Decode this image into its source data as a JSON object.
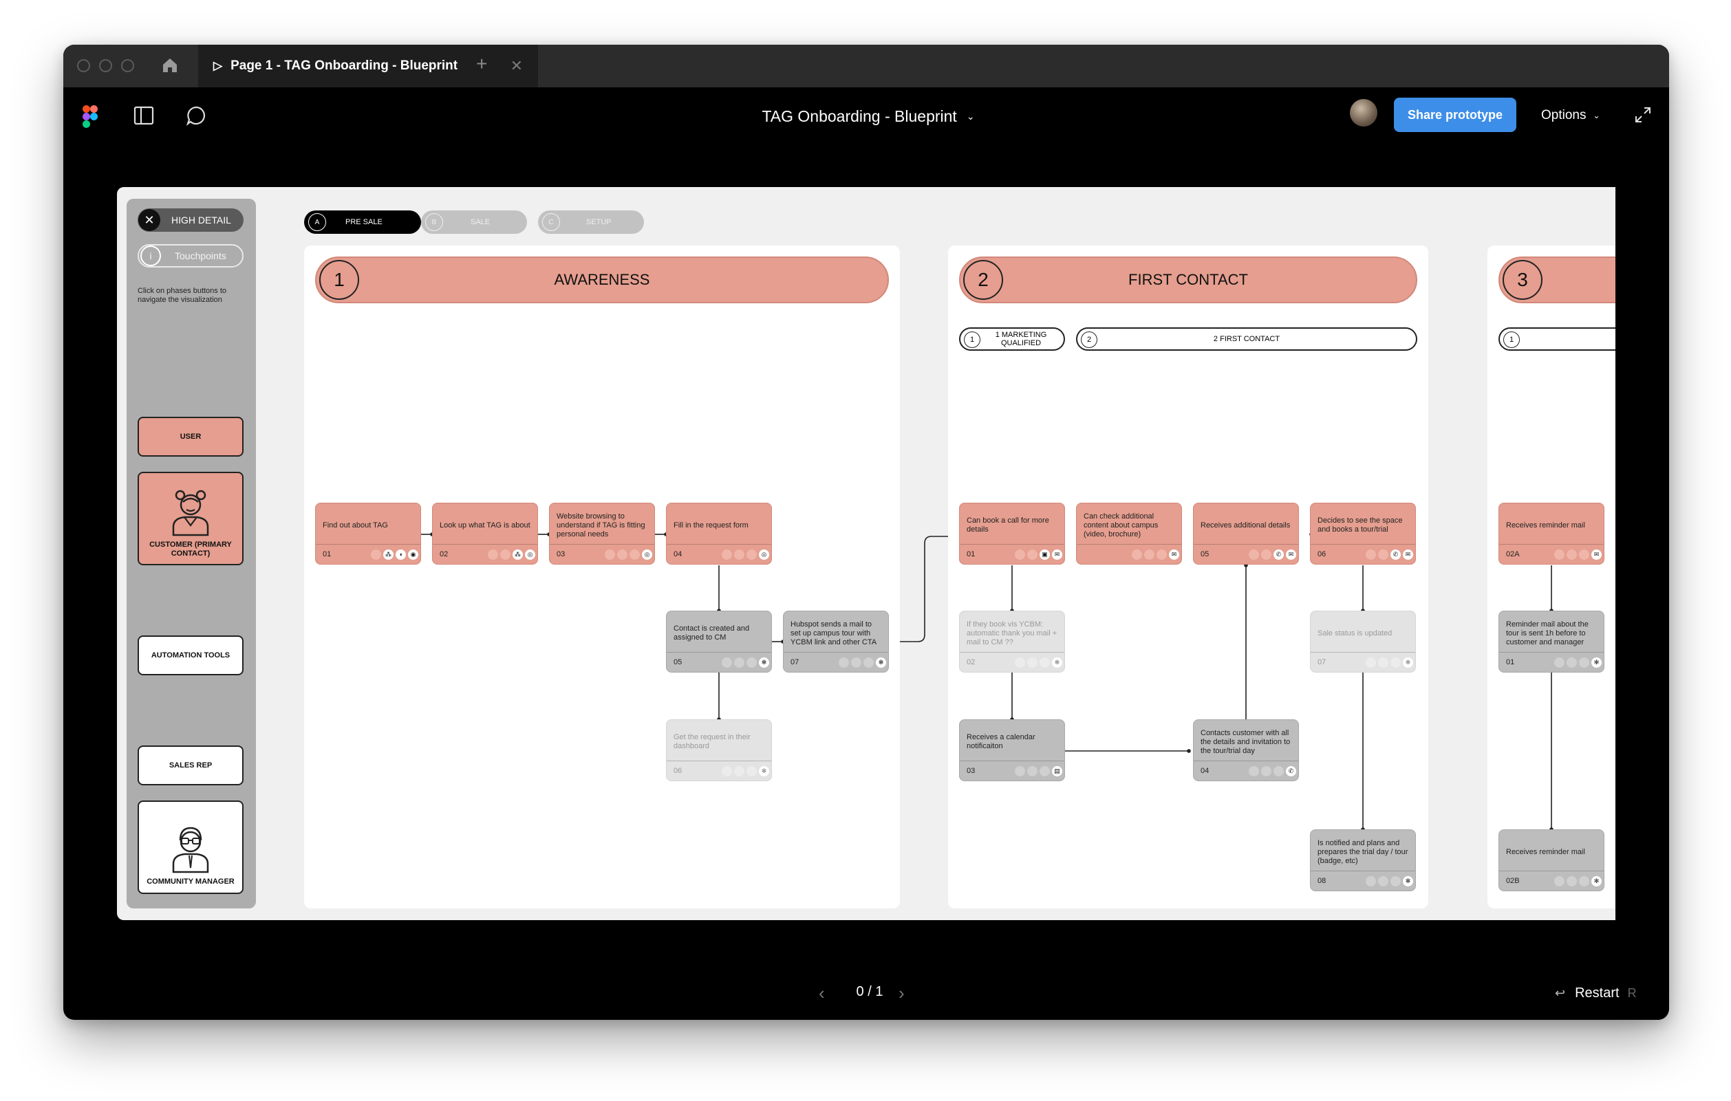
{
  "browser": {
    "tab_title": "Page 1 - TAG Onboarding - Blueprint"
  },
  "toolbar": {
    "file_title": "TAG Onboarding - Blueprint",
    "share_label": "Share prototype",
    "options_label": "Options"
  },
  "panel": {
    "high_detail_label": "HIGH DETAIL",
    "touchpoints_label": "Touchpoints",
    "hint": "Click on phases buttons to navigate the visualization",
    "lanes": {
      "user": "USER",
      "customer": "CUSTOMER (PRIMARY CONTACT)",
      "automation": "AUTOMATION TOOLS",
      "sales": "SALES REP",
      "community": "COMMUNITY MANAGER"
    }
  },
  "phase_tabs": [
    {
      "letter": "A",
      "label": "PRE SALE"
    },
    {
      "letter": "B",
      "label": "SALE"
    },
    {
      "letter": "C",
      "label": "SETUP"
    }
  ],
  "phases": [
    {
      "number": "1",
      "title": "AWARENESS"
    },
    {
      "number": "2",
      "title": "FIRST CONTACT",
      "subs": [
        {
          "n": "1",
          "label": "1 MARKETING QUALIFIED"
        },
        {
          "n": "2",
          "label": "2 FIRST CONTACT"
        }
      ]
    },
    {
      "number": "3",
      "subs": [
        {
          "n": "1"
        }
      ]
    }
  ],
  "cards": {
    "a01": {
      "text": "Find out about TAG",
      "num": "01"
    },
    "a02": {
      "text": "Look up what TAG is about",
      "num": "02"
    },
    "a03": {
      "text": "Website browsing to understand if TAG is fitting personal needs",
      "num": "03"
    },
    "a04": {
      "text": "Fill in the request form",
      "num": "04"
    },
    "a05": {
      "text": "Contact is created and assigned to CM",
      "num": "05"
    },
    "a07": {
      "text": "Hubspot sends a mail to set up campus tour with YCBM link and other CTA",
      "num": "07"
    },
    "a06": {
      "text": "Get the request in their dashboard",
      "num": "06"
    },
    "f01": {
      "text": "Can book a call for more details",
      "num": "01"
    },
    "fx": {
      "text": "Can check additional content about campus (video, brochure)"
    },
    "f05": {
      "text": "Receives additional details",
      "num": "05"
    },
    "f06": {
      "text": "Decides to see the space and books a tour/trial",
      "num": "06"
    },
    "f02": {
      "text": "If they book vis YCBM: automatic thank you mail + mail to CM ??",
      "num": "02"
    },
    "f07": {
      "text": "Sale status is updated",
      "num": "07"
    },
    "f03": {
      "text": "Receives a calendar notificaiton",
      "num": "03"
    },
    "f04": {
      "text": "Contacts customer with all the details and invitation to the tour/trial day",
      "num": "04"
    },
    "f08": {
      "text": "Is notified and plans and prepares the trial day / tour (badge, etc)",
      "num": "08"
    },
    "p02a": {
      "text": "Receives reminder mail",
      "num": "02A"
    },
    "p01": {
      "text": "Reminder mail about the tour is sent 1h before to customer and manager",
      "num": "01"
    },
    "p02b": {
      "text": "Receives reminder mail",
      "num": "02B"
    }
  },
  "footer": {
    "page_indicator": "0 / 1",
    "restart_label": "Restart",
    "restart_key": "R"
  }
}
